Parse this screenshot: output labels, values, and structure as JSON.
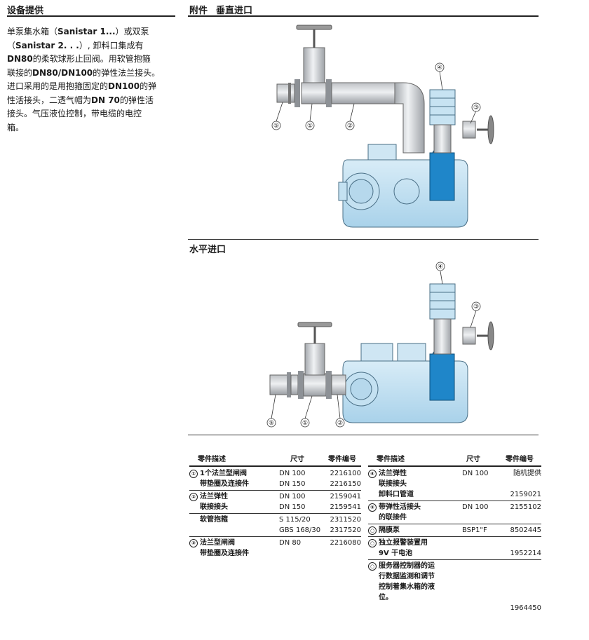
{
  "left": {
    "heading": "设备提供",
    "intro_lines": [
      [
        "单泵集水箱（",
        "Sanistar 1...",
        "）或双泵"
      ],
      [
        "（",
        "Sanistar 2. . .",
        "）, 卸料口集成有"
      ],
      [
        "",
        "DN80",
        "的柔软球形止回阀。用软管抱箍"
      ],
      [
        "联接的",
        "DN80/DN100",
        "的弹性法兰接头。"
      ],
      [
        "进口采用的是用抱箍固定的",
        "DN100",
        "的弹"
      ],
      [
        "性活接头，二透气帽为",
        "DN 70",
        "的弹性活"
      ],
      [
        "接头。气压液位控制，带电缆的电控",
        "",
        ""
      ],
      [
        "箱。",
        "",
        ""
      ]
    ]
  },
  "accessories": {
    "heading": "附件",
    "vertical_heading": "垂直进口",
    "horizontal_heading": "水平进口",
    "callouts": [
      "①",
      "②",
      "③",
      "④",
      "⑤"
    ]
  },
  "table_left": {
    "headers": [
      "零件描述",
      "尺寸",
      "零件编号"
    ],
    "rows": [
      {
        "mark": "①",
        "desc": [
          "1个法兰型闸阀",
          "带垫圈及连接件"
        ],
        "size": [
          "DN 100",
          "DN 150"
        ],
        "part": [
          "2216100",
          "2216150"
        ]
      },
      {
        "mark": "②",
        "desc": [
          "法兰弹性",
          "联接接头"
        ],
        "size": [
          "DN 100",
          "DN 150"
        ],
        "part": [
          "2159041",
          "2159541"
        ]
      },
      {
        "mark": "",
        "desc": [
          "软管抱箍"
        ],
        "size": [
          "S 115/20",
          "GBS 168/30"
        ],
        "part": [
          "2311520",
          "2317520"
        ]
      },
      {
        "mark": "③",
        "desc": [
          "法兰型闸阀",
          "带垫圈及连接件"
        ],
        "size": [
          "DN 80"
        ],
        "part": [
          "2216080"
        ]
      }
    ]
  },
  "table_right": {
    "headers": [
      "零件描述",
      "尺寸",
      "零件编号"
    ],
    "rows": [
      {
        "mark": "④",
        "desc": [
          "法兰弹性",
          "联接接头",
          "卸料口管道"
        ],
        "size": [
          "DN 100"
        ],
        "part": [
          "随机提供",
          "",
          "2159021"
        ]
      },
      {
        "mark": "⑤",
        "desc": [
          "带弹性活接头",
          "的联接件"
        ],
        "size": [
          "DN 100"
        ],
        "part": [
          "2155102"
        ]
      },
      {
        "mark": "○",
        "desc": [
          "隔膜泵"
        ],
        "size": [
          "BSP1\"F"
        ],
        "part": [
          "8502445"
        ]
      },
      {
        "mark": "○",
        "desc": [
          "独立报警装置用",
          "9V 干电池"
        ],
        "size": [],
        "part": [
          "",
          "1952214"
        ]
      },
      {
        "mark": "○",
        "desc": [
          "服务器控制器的运",
          "行数据监测和调节",
          "控制着集水箱的液",
          "位。"
        ],
        "size": [],
        "part": [
          "",
          "",
          "",
          "",
          "1964450"
        ]
      }
    ]
  }
}
